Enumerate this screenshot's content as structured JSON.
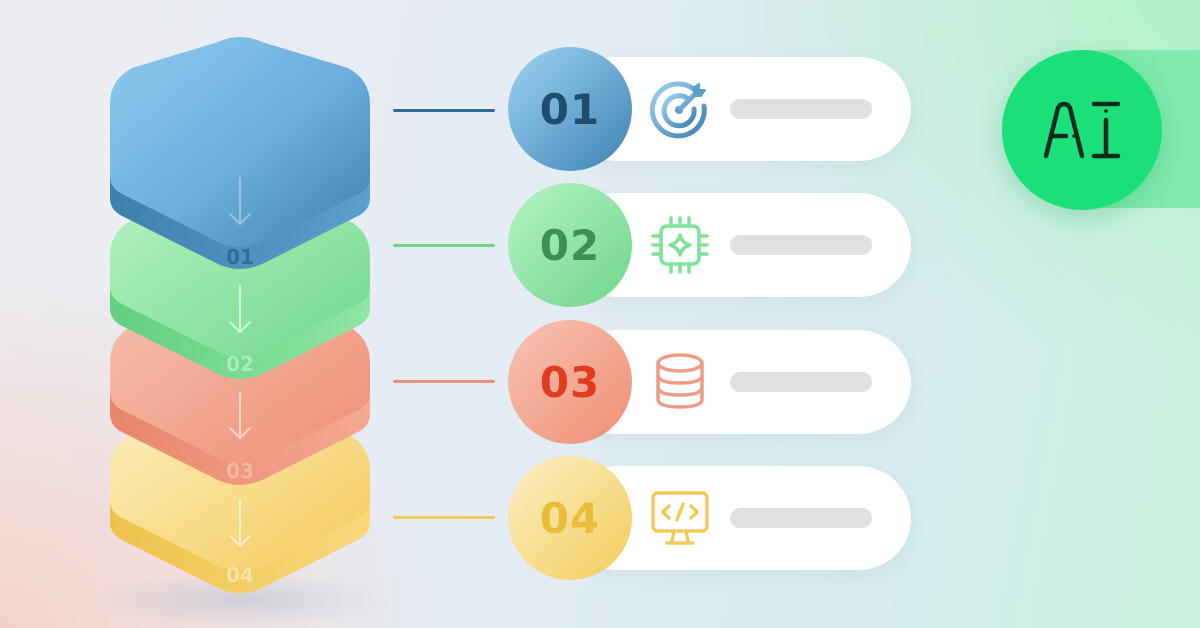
{
  "steps": [
    {
      "number": "01",
      "layer_label": "01",
      "icon": "target-icon",
      "color": "#6aaedb",
      "dark": "#2f6d96",
      "text_color": "#1f4d6b",
      "line_color": "#2f6d96"
    },
    {
      "number": "02",
      "layer_label": "02",
      "icon": "ai-chip-icon",
      "color": "#86e6a0",
      "dark": "#4fc06d",
      "text_color": "#3d8f56",
      "line_color": "#6fd68a"
    },
    {
      "number": "03",
      "layer_label": "03",
      "icon": "database-icon",
      "color": "#f19a82",
      "dark": "#e07b62",
      "text_color": "#e03c1f",
      "line_color": "#ec8f78"
    },
    {
      "number": "04",
      "layer_label": "04",
      "icon": "code-monitor-icon",
      "color": "#f8d878",
      "dark": "#efc34a",
      "text_color": "#eabc3a",
      "line_color": "#f1c75a"
    }
  ],
  "badge": {
    "text": "AI",
    "color": "#1be07a",
    "icon": "ai-badge-icon"
  }
}
